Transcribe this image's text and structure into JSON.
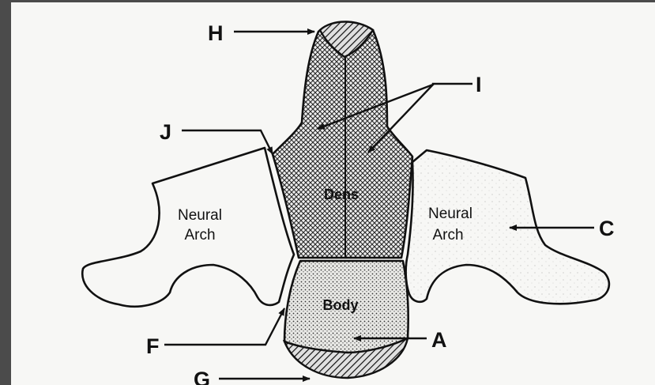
{
  "diagram": {
    "regions": {
      "dens": "Dens",
      "body": "Body",
      "neural_arch_left_line1": "Neural",
      "neural_arch_left_line2": "Arch",
      "neural_arch_right_line1": "Neural",
      "neural_arch_right_line2": "Arch"
    },
    "pointer_labels": {
      "a": "A",
      "c": "C",
      "f": "F",
      "g": "G",
      "h": "H",
      "i": "I",
      "j": "J"
    }
  },
  "colors": {
    "frame": "#4b4b4b",
    "paper": "#f7f7f5",
    "ink": "#111111"
  }
}
